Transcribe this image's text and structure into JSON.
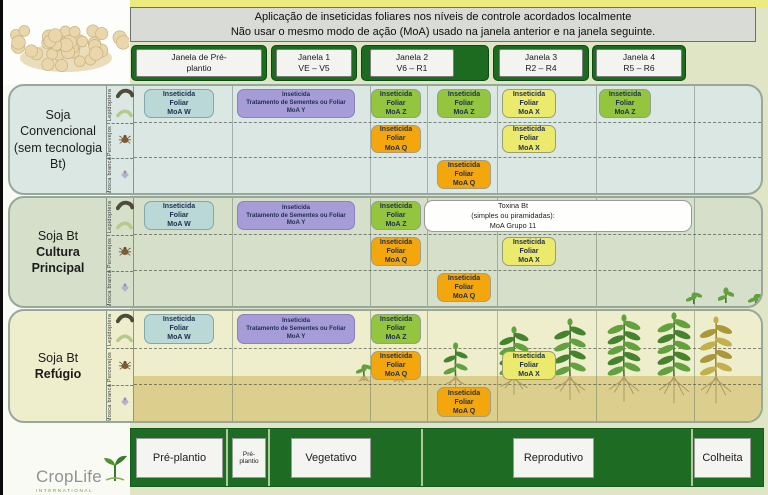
{
  "title": {
    "line1": "Aplicação de inseticidas foliares nos níveis de controle acordados localmente",
    "line2": "Não usar o mesmo modo de ação (MoA) usado na janela anterior e na janela seguinte."
  },
  "windows": [
    {
      "line1": "Janela de Pré-",
      "line2": "plantio"
    },
    {
      "line1": "Janela 1",
      "line2": "VE – V5"
    },
    {
      "line1": "Janela 2",
      "line2": "V6 – R1"
    },
    {
      "line1": "Janela 3",
      "line2": "R2 – R4"
    },
    {
      "line1": "Janela 4",
      "line2": "R5 – R6"
    }
  ],
  "pests": [
    {
      "label": "Lepidoptera",
      "icons": [
        "caterpillar-dark-icon",
        "caterpillar-green-icon"
      ]
    },
    {
      "label": "Percevejos",
      "icons": [
        "stinkbug-icon"
      ]
    },
    {
      "label": "Mosca branca",
      "icons": [
        "whitefly-icon"
      ]
    }
  ],
  "box_types": {
    "W": {
      "lines": [
        "Inseticida",
        "Foliar",
        "MoA W"
      ],
      "bg": "#b9d8d6",
      "border": "#84a7ab"
    },
    "Y": {
      "lines": [
        "Inseticida",
        "Tratamento de Sementes ou Foliar",
        "MoA Y"
      ],
      "bg": "#a59cd8",
      "border": "#8a81c2"
    },
    "Z": {
      "lines": [
        "Inseticida",
        "Foliar",
        "MoA Z"
      ],
      "bg": "#93c63e",
      "border": "#8fa08b"
    },
    "Q": {
      "lines": [
        "Inseticida",
        "Foliar",
        "MoA Q"
      ],
      "bg": "#f3a70c",
      "border": "#a89c7e"
    },
    "X": {
      "lines": [
        "Inseticida",
        "Foliar",
        "MoA X"
      ],
      "bg": "#ecea6c",
      "border": "#9c9c74"
    }
  },
  "rows": [
    {
      "label_lines": [
        {
          "text": "Soja",
          "bold": false
        },
        {
          "text": "Convencional",
          "bold": false
        },
        {
          "text": "(sem tecnologia",
          "bold": false
        },
        {
          "text": "Bt)",
          "bold": false
        }
      ],
      "bg": "#dbe7e3",
      "has_toxina": false,
      "has_plants": false,
      "has_sprouts": false,
      "boxes": [
        {
          "pest": 0,
          "slot": "pre",
          "type": "W"
        },
        {
          "pest": 0,
          "slot": "j1",
          "type": "Y"
        },
        {
          "pest": 0,
          "slot": "j2a",
          "type": "Z"
        },
        {
          "pest": 0,
          "slot": "j2b",
          "type": "Z"
        },
        {
          "pest": 0,
          "slot": "j3",
          "type": "X"
        },
        {
          "pest": 0,
          "slot": "j4",
          "type": "Z"
        },
        {
          "pest": 1,
          "slot": "j2a",
          "type": "Q"
        },
        {
          "pest": 1,
          "slot": "j3",
          "type": "X"
        },
        {
          "pest": 2,
          "slot": "j2b",
          "type": "Q"
        }
      ]
    },
    {
      "label_lines": [
        {
          "text": "Soja Bt",
          "bold": false
        },
        {
          "text": "Cultura",
          "bold": true
        },
        {
          "text": "Principal",
          "bold": true
        }
      ],
      "bg": "#d5dfca",
      "has_toxina": true,
      "has_plants": false,
      "has_sprouts": true,
      "boxes": [
        {
          "pest": 0,
          "slot": "pre",
          "type": "W"
        },
        {
          "pest": 0,
          "slot": "j1",
          "type": "Y"
        },
        {
          "pest": 0,
          "slot": "j2a",
          "type": "Z"
        },
        {
          "pest": 1,
          "slot": "j2a",
          "type": "Q"
        },
        {
          "pest": 1,
          "slot": "j3",
          "type": "X"
        },
        {
          "pest": 2,
          "slot": "j2b",
          "type": "Q"
        }
      ]
    },
    {
      "label_lines": [
        {
          "text": "Soja Bt",
          "bold": false
        },
        {
          "text": "Refúgio",
          "bold": true
        }
      ],
      "bg": "#eeeecd",
      "has_toxina": false,
      "has_plants": true,
      "has_sprouts": false,
      "boxes": [
        {
          "pest": 0,
          "slot": "pre",
          "type": "W"
        },
        {
          "pest": 0,
          "slot": "j1",
          "type": "Y"
        },
        {
          "pest": 0,
          "slot": "j2a",
          "type": "Z"
        },
        {
          "pest": 1,
          "slot": "j2a",
          "type": "Q"
        },
        {
          "pest": 1,
          "slot": "j3",
          "type": "X"
        },
        {
          "pest": 2,
          "slot": "j2b",
          "type": "Q"
        }
      ]
    }
  ],
  "toxina_note": {
    "lines": [
      "Toxina Bt",
      "(simples ou piramidadas):",
      "MoA Grupo 11"
    ]
  },
  "timeline": {
    "labels": [
      "Pré-plantio",
      "Pré-plantio",
      "Vegetativo",
      "Reprodutivo",
      "Colheita"
    ]
  },
  "logo": {
    "name": "CropLife",
    "subtitle": "INTERNATIONAL"
  },
  "colors": {
    "header_green": "#1c6b20",
    "timeline_green": "#1e6b24",
    "soil": "#dccf8d",
    "page_bg": "#e0e5c6"
  }
}
